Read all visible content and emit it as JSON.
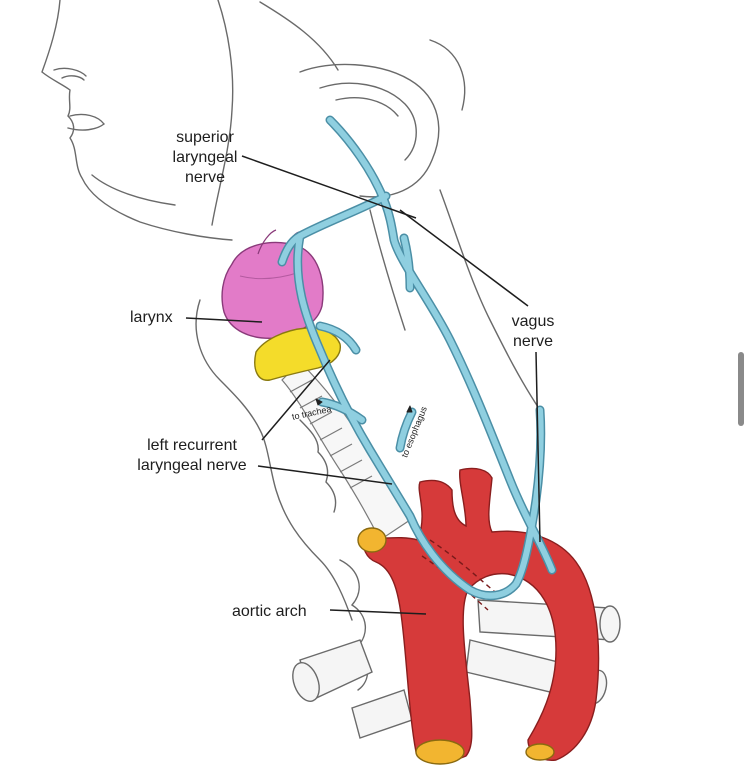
{
  "labels": {
    "superior": [
      "superior",
      "laryngeal",
      "nerve"
    ],
    "larynx": "larynx",
    "vagus": [
      "vagus",
      "nerve"
    ],
    "left_recurrent": [
      "left recurrent",
      "laryngeal nerve"
    ],
    "aortic_arch": "aortic arch",
    "to_trachea": "to trachea",
    "to_esophagus": "to esophagus"
  },
  "colors": {
    "nerve": "#8fcfe0",
    "nerve_outline": "#4b8fa6",
    "aorta": "#d63a3a",
    "aorta_shadow": "#b52a2a",
    "larynx": "#e27bc8",
    "thyroid": "#f4dc2a",
    "outline": "#6a6a6a",
    "leader": "#1e1e1e"
  }
}
